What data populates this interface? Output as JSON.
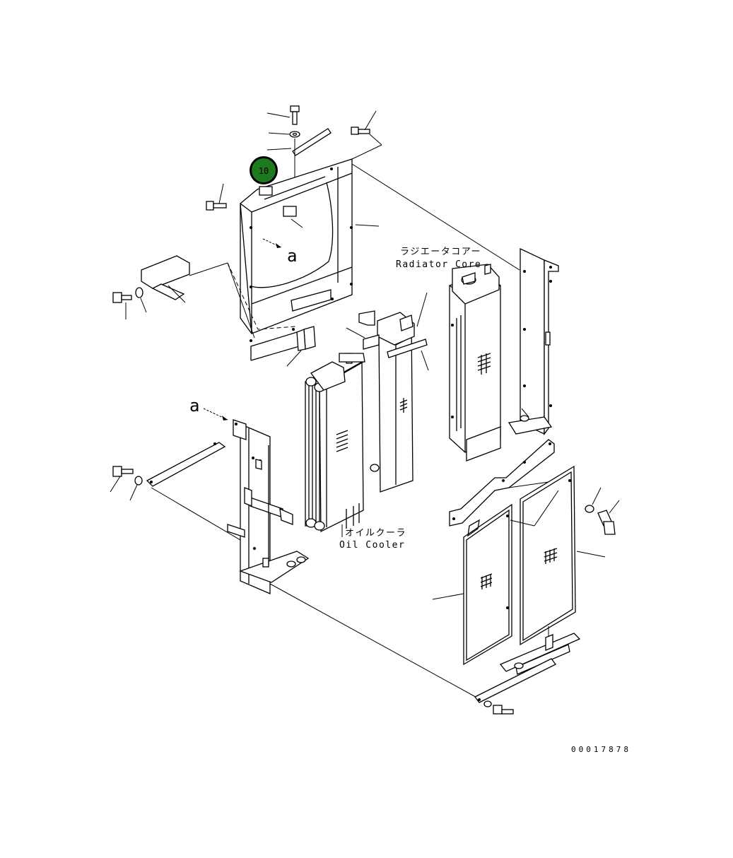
{
  "diagram": {
    "callout": {
      "number": "10",
      "color": "#1e7a1e"
    },
    "labels": {
      "radiator_core_jp": "ラジエータコアー",
      "radiator_core_en": "Radiator Core",
      "oil_cooler_jp": "オイルクーラ",
      "oil_cooler_en": "Oil Cooler",
      "view_a_upper": "a",
      "view_a_lower": "a"
    },
    "drawing_number": "00017878"
  }
}
